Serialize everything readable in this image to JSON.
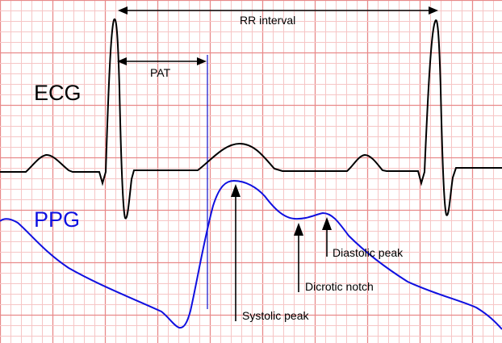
{
  "labels": {
    "ecg": "ECG",
    "ppg": "PPG",
    "rr_interval": "RR interval",
    "pat": "PAT",
    "systolic_peak": "Systolic peak",
    "dicrotic_notch": "Dicrotic notch",
    "diastolic_peak": "Diastolic peak"
  },
  "colors": {
    "grid_minor": "#f6c6c6",
    "grid_major": "#e88a8a",
    "ecg_trace": "#000000",
    "ppg_trace": "#1010e0",
    "ppg_label": "#1010e0",
    "pat_marker": "#2020d0",
    "annotation": "#000000"
  }
}
